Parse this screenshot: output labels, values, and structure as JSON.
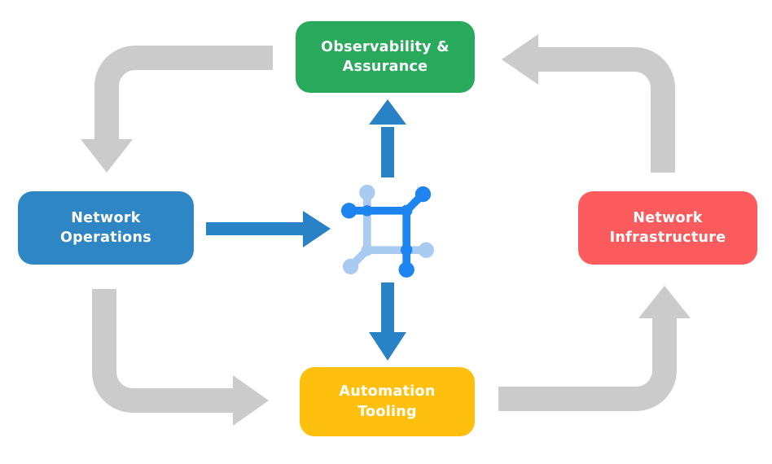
{
  "diagram": {
    "type": "workflow-cycle",
    "nodes": {
      "observability_assurance": {
        "lines": [
          "Observability &",
          "Assurance"
        ],
        "color": "#28A95C"
      },
      "network_operations": {
        "lines": [
          "Network",
          "Operations"
        ],
        "color": "#2E86C4"
      },
      "network_infrastructure": {
        "lines": [
          "Network",
          "Infrastructure"
        ],
        "color": "#FC5B5D"
      },
      "automation_tooling": {
        "lines": [
          "Automation",
          "Tooling"
        ],
        "color": "#FFBF0D"
      }
    },
    "center_icon": {
      "name": "network-mesh-icon",
      "color_dark_blue": "#1E85F0",
      "color_light_blue": "#A9CBF2"
    },
    "arrows": {
      "gray_color": "#CBCBCB",
      "blue_color": "#2A82C6",
      "gray_cycle": [
        "observability-to-operations",
        "operations-to-automation",
        "automation-to-infrastructure",
        "infrastructure-to-observability"
      ],
      "blue": [
        "operations-to-center",
        "center-to-observability",
        "center-to-automation"
      ]
    },
    "colors": {
      "background": "#FFFFFF",
      "node_text": "#FFFFFF"
    }
  }
}
